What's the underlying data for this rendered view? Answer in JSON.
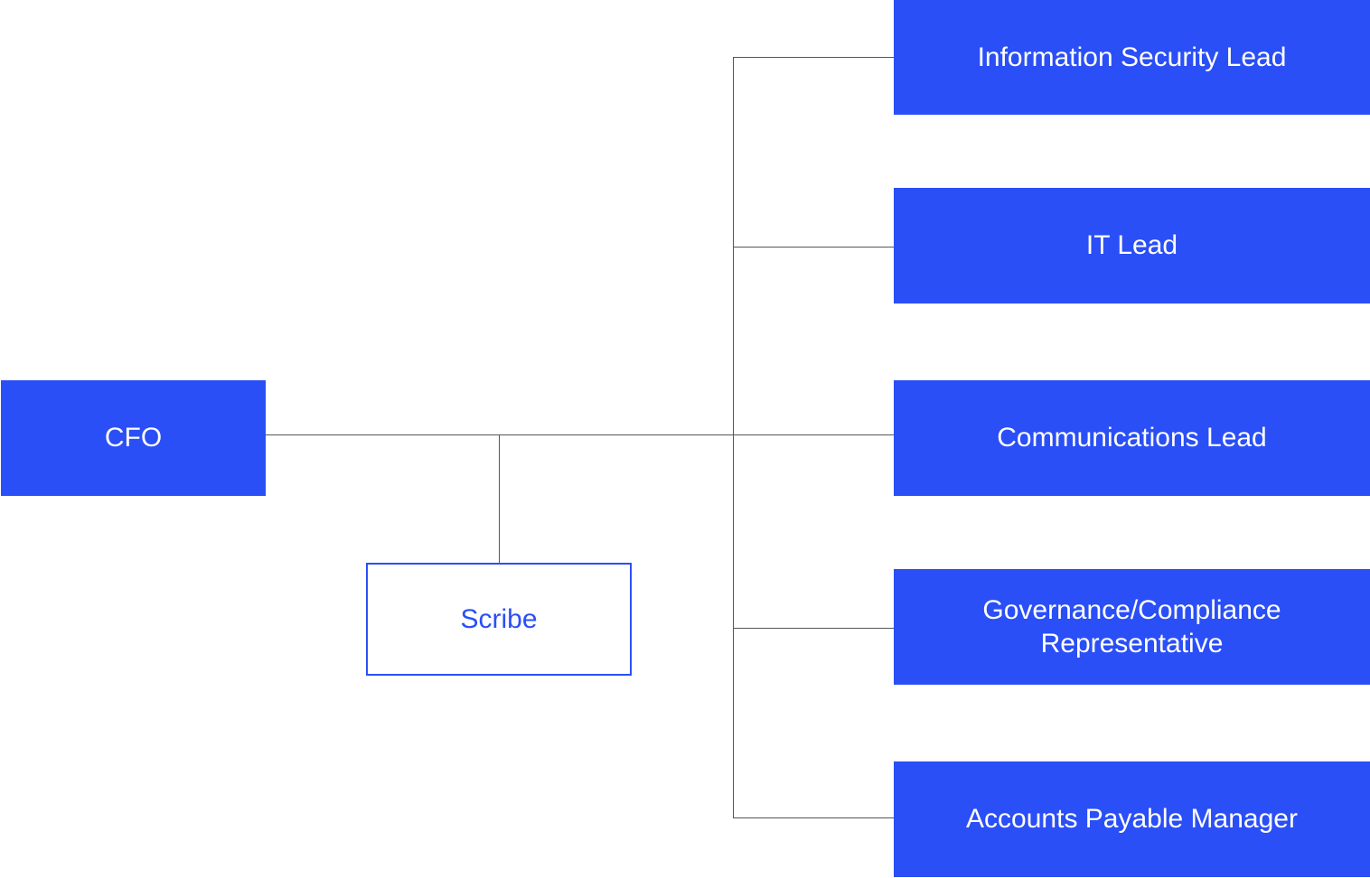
{
  "colors": {
    "accent": "#2a4ff6",
    "connector": "#555555",
    "node_text": "#ffffff"
  },
  "nodes": {
    "cfo": "CFO",
    "scribe": "Scribe",
    "information_security_lead": "Information Security Lead",
    "it_lead": "IT Lead",
    "communications_lead": "Communications Lead",
    "governance_compliance_representative": "Governance/Compliance\nRepresentative",
    "accounts_payable_manager": "Accounts Payable Manager"
  }
}
